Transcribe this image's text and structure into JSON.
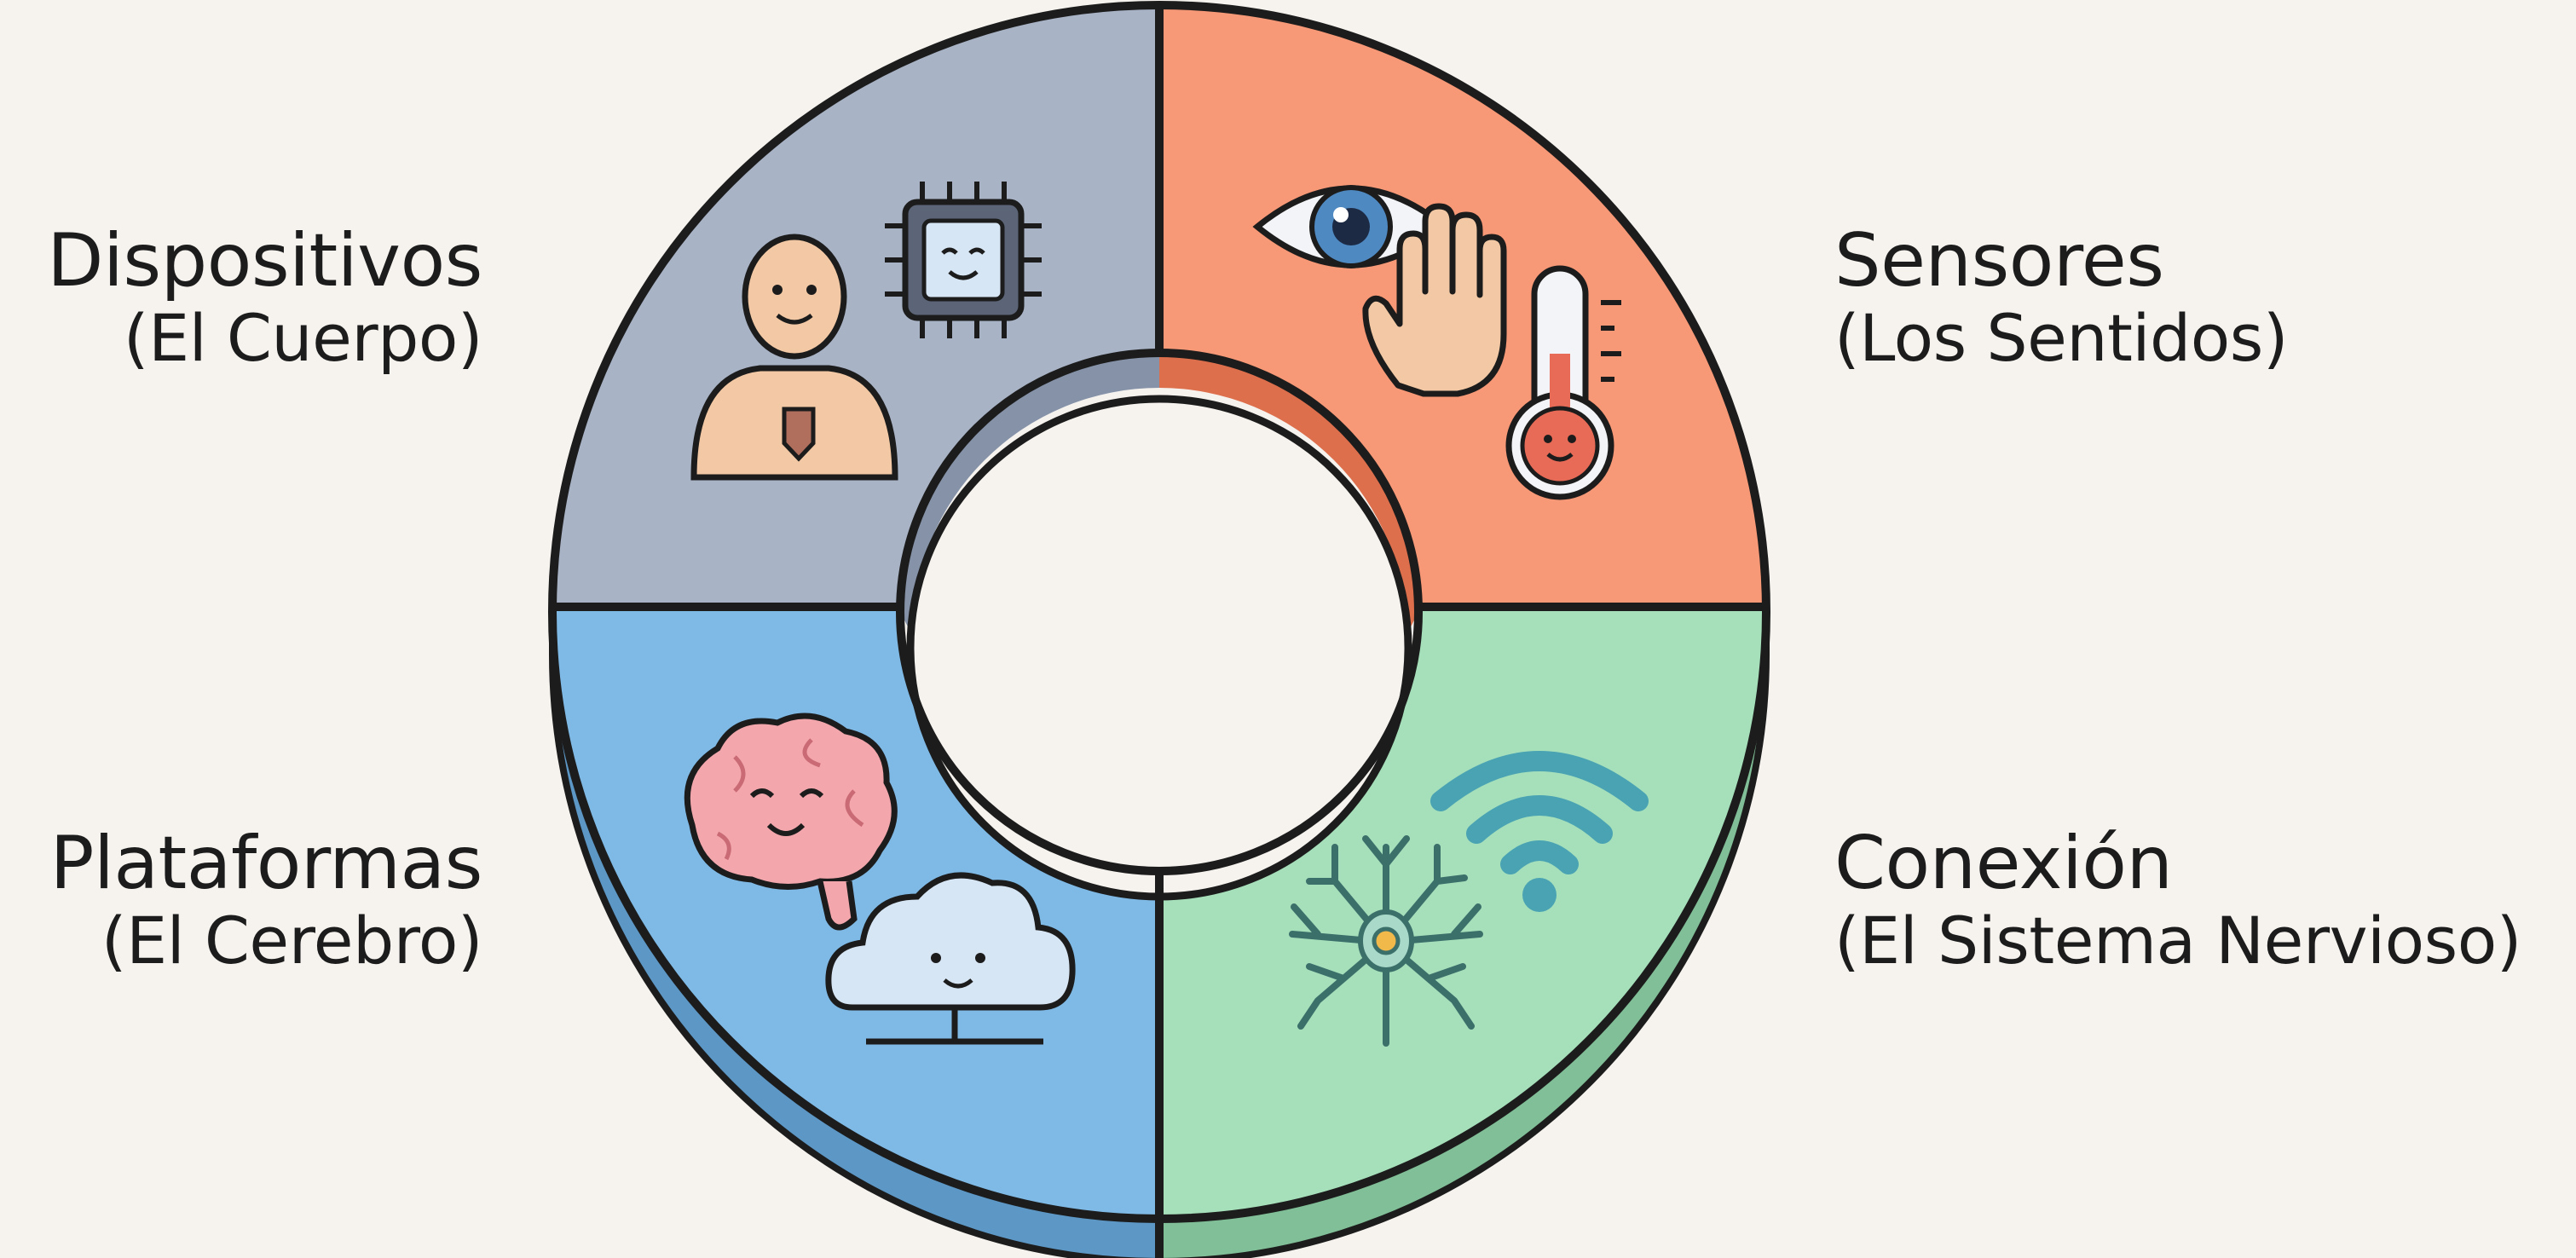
{
  "segments": [
    {
      "id": "devices",
      "name": "Dispositivos",
      "subtitle": "(El Cuerpo)",
      "color": "#a8b3c6",
      "side_color": "#7f8ca3",
      "icons": [
        "person-icon",
        "chip-icon"
      ]
    },
    {
      "id": "sensors",
      "name": "Sensores",
      "subtitle": "(Los Sentidos)",
      "color": "#f79876",
      "side_color": "#d9734f",
      "icons": [
        "eye-icon",
        "hand-icon",
        "thermometer-icon"
      ]
    },
    {
      "id": "platforms",
      "name": "Plataformas",
      "subtitle": "(El Cerebro)",
      "color": "#7fbae6",
      "side_color": "#5c97c6",
      "icons": [
        "brain-icon",
        "cloud-icon"
      ]
    },
    {
      "id": "connection",
      "name": "Conexión",
      "subtitle": "(El Sistema Nervioso)",
      "color": "#a6e0bb",
      "side_color": "#80bf97",
      "icons": [
        "wifi-icon",
        "neuron-icon"
      ]
    }
  ],
  "colors": {
    "background": "#f6f3ef",
    "outline": "#1c1c1c"
  }
}
